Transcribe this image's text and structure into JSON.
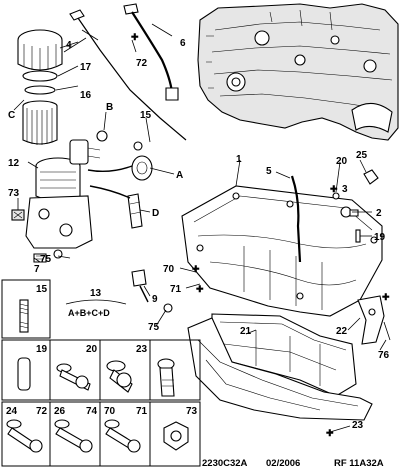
{
  "diagram": {
    "callouts": {
      "c1": "1",
      "c2": "2",
      "c3": "3",
      "c4": "4",
      "c5": "5",
      "c6": "6",
      "c7": "7",
      "c9": "9",
      "c12": "12",
      "c15": "15",
      "c16": "16",
      "c17": "17",
      "c19": "19",
      "c20": "20",
      "c21": "21",
      "c22": "22",
      "c23": "23",
      "c25": "25",
      "c70": "70",
      "c71": "71",
      "c72": "72",
      "c73": "73",
      "c75a": "75",
      "c75b": "75",
      "c76": "76",
      "cA": "A",
      "cB": "B",
      "cC": "C",
      "cD": "D",
      "c13": "13",
      "c13_formula": "A+B+C+D"
    },
    "hardware_table": {
      "cells": [
        "15",
        "19",
        "20",
        "23",
        "24",
        "72",
        "26",
        "74",
        "70",
        "71",
        "73"
      ]
    },
    "footer": {
      "code": "2230C32A",
      "date": "02/2006",
      "ref": "RF 11A32A"
    }
  }
}
